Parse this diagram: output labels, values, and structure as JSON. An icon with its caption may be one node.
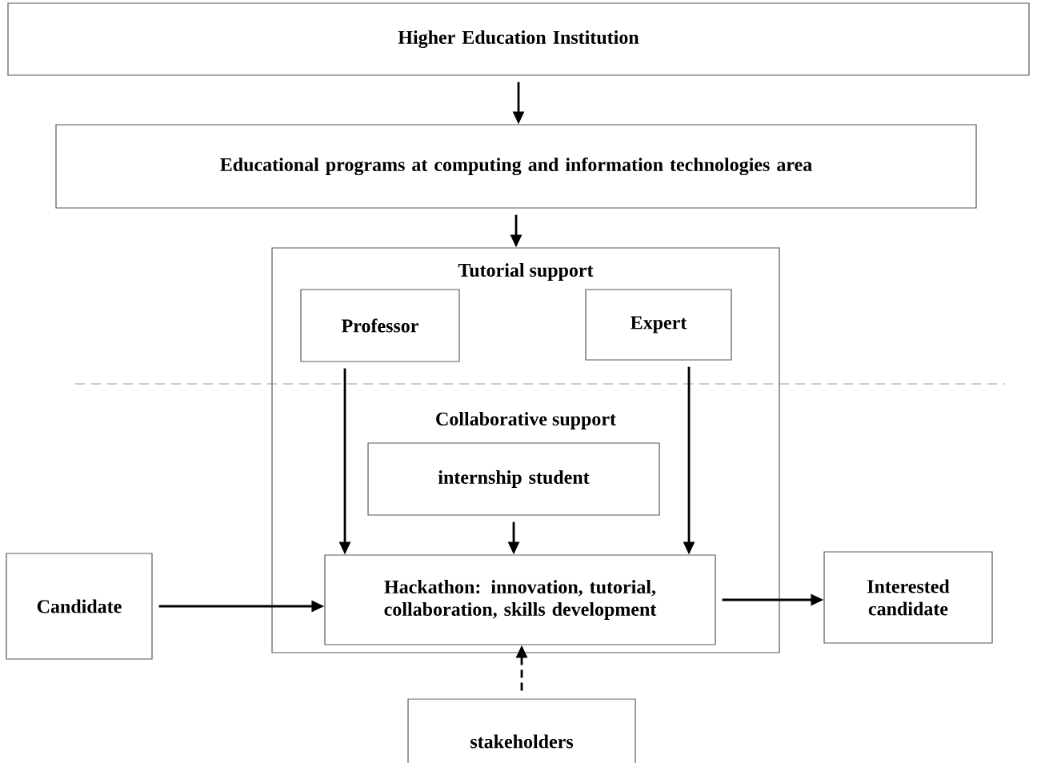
{
  "diagram": {
    "nodes": [
      {
        "text": [
          "Higher Education Institution"
        ]
      },
      {
        "text": [
          "Educational programs at computing and information technologies area"
        ]
      },
      {
        "text": [
          "Tutorial support",
          "Collaborative support"
        ]
      },
      {
        "text": [
          "Professor"
        ],
        "in": 2
      },
      {
        "text": [
          "Expert"
        ],
        "in": 2
      },
      {
        "text": [
          "internship student"
        ],
        "in": 2
      },
      {
        "text": [
          "Hackathon: innovation, tutorial, collaboration, skills development"
        ],
        "in": 2
      },
      {
        "text": [
          "Candidate"
        ]
      },
      {
        "text": [
          "Interested candidate"
        ]
      },
      {
        "text": [
          "stakeholders"
        ]
      }
    ],
    "edges": [
      {
        "from": 0,
        "to": 1,
        "arrow": "to"
      },
      {
        "from": 1,
        "to": 2,
        "arrow": "to"
      },
      {
        "from": 3,
        "to": 6,
        "arrow": "to"
      },
      {
        "from": 4,
        "to": 6,
        "arrow": "to"
      },
      {
        "from": 5,
        "to": 6,
        "arrow": "to"
      },
      {
        "from": 7,
        "to": 6,
        "arrow": "to"
      },
      {
        "from": 6,
        "to": 8,
        "arrow": "to"
      },
      {
        "from": 9,
        "to": 6,
        "arrow": "to",
        "style": "dashed"
      }
    ]
  }
}
